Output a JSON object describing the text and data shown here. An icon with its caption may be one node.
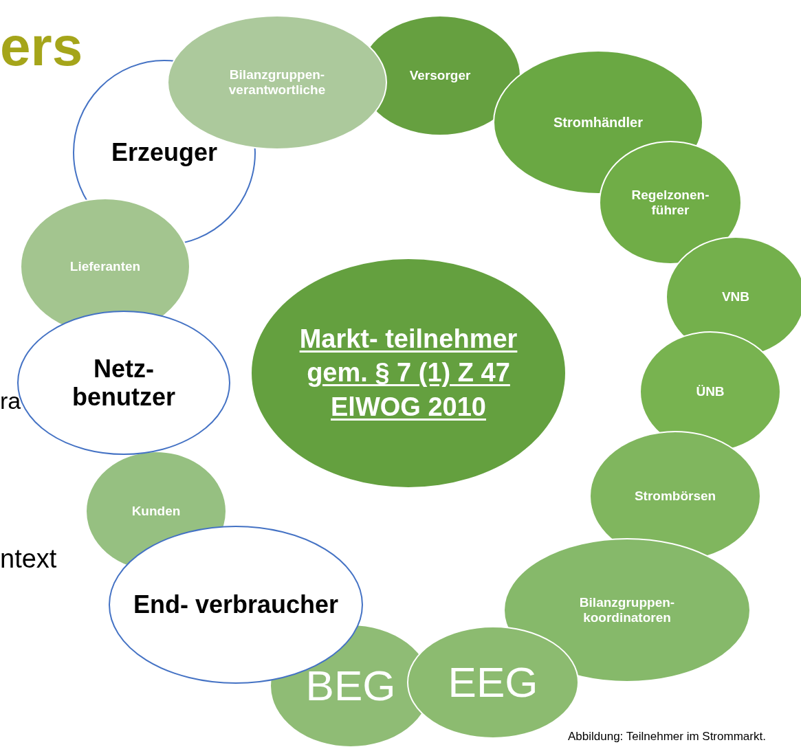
{
  "diagram": {
    "caption": "Abbildung: Teilnehmer im Strommarkt.",
    "nodes": [
      {
        "text": [
          "Erzeuger"
        ]
      },
      {
        "text": [
          "Bilanzgruppen- verantwortliche"
        ]
      },
      {
        "text": [
          "Versorger"
        ]
      },
      {
        "text": [
          "Stromhändler"
        ]
      },
      {
        "text": [
          "Regelzonen- führer"
        ]
      },
      {
        "text": [
          "VNB"
        ]
      },
      {
        "text": [
          "ÜNB"
        ]
      },
      {
        "text": [
          "Strombörsen"
        ]
      },
      {
        "text": [
          "Bilanzgruppen- koordinatoren"
        ]
      },
      {
        "text": [
          "EEG"
        ]
      },
      {
        "text": [
          "BEG"
        ]
      },
      {
        "text": [
          "End- verbraucher"
        ]
      },
      {
        "text": [
          "Kunden"
        ]
      },
      {
        "text": [
          "Netz- benutzer"
        ]
      },
      {
        "text": [
          "Lieferanten"
        ]
      },
      {
        "text": [
          "Markt- teilnehmer gem. § 7 (1) Z 47 ElWOG 2010"
        ]
      }
    ],
    "labels": [
      "ers",
      "ra",
      "ntext"
    ]
  }
}
